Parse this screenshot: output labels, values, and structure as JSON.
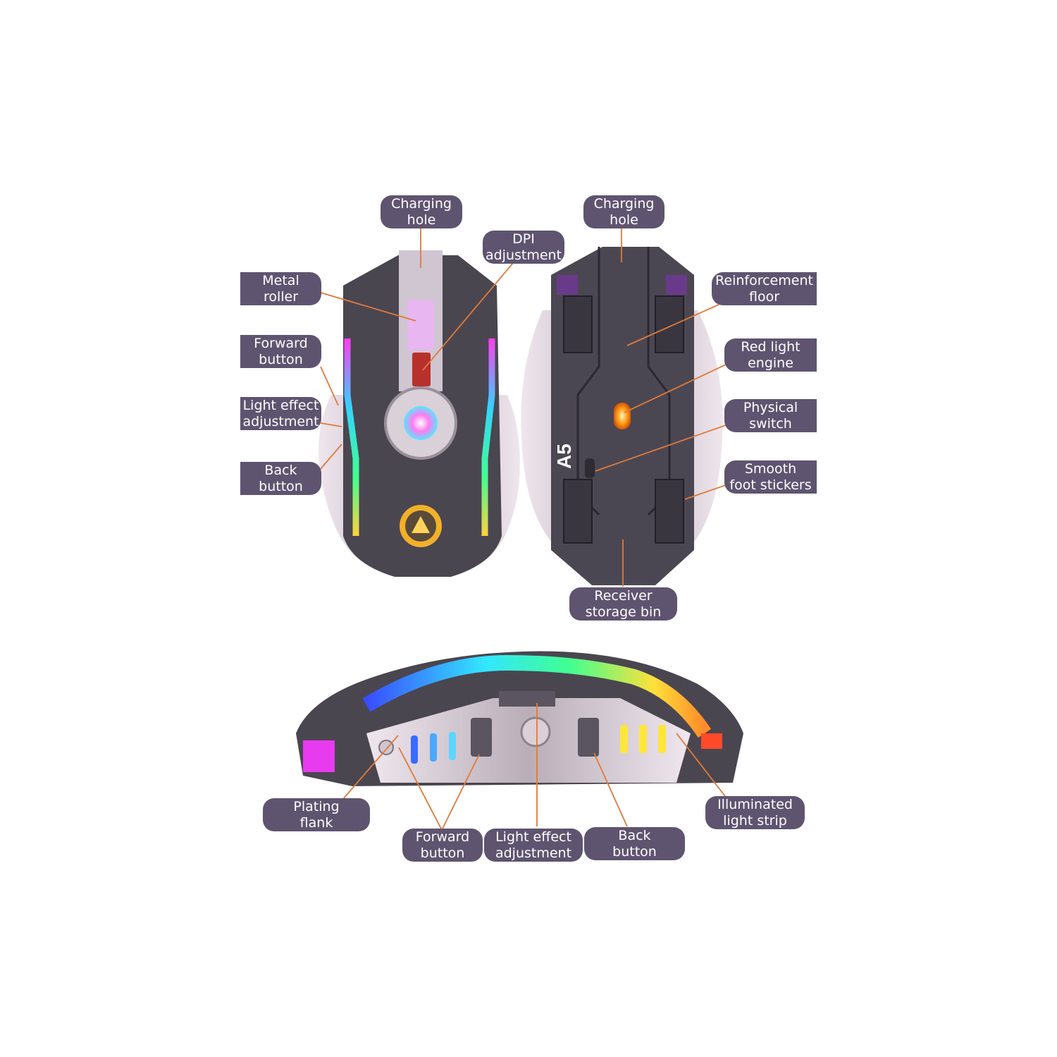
{
  "colors": {
    "label_bg": "#5f5470",
    "label_text": "#ffffff",
    "leader_line": "#e07a3a",
    "mouse_body": "#4a4650",
    "mouse_metal": "#d8cfd6"
  },
  "top_view": {
    "labels": [
      {
        "id": "charging-hole",
        "text": "Charging\nhole"
      },
      {
        "id": "dpi-adjustment",
        "text": "DPI\nadjustment"
      },
      {
        "id": "metal-roller",
        "text": "Metal\nroller"
      },
      {
        "id": "forward-button",
        "text": "Forward\nbutton"
      },
      {
        "id": "light-effect-adjustment",
        "text": "Light effect\nadjustment"
      },
      {
        "id": "back-button",
        "text": "Back\nbutton"
      }
    ]
  },
  "bottom_view": {
    "model_text": "A5",
    "labels": [
      {
        "id": "charging-hole",
        "text": "Charging\nhole"
      },
      {
        "id": "reinforcement-floor",
        "text": "Reinforcement\nfloor"
      },
      {
        "id": "red-light-engine",
        "text": "Red light\nengine"
      },
      {
        "id": "physical-switch",
        "text": "Physical\nswitch"
      },
      {
        "id": "smooth-foot-stickers",
        "text": "Smooth\nfoot stickers"
      },
      {
        "id": "receiver-storage-bin",
        "text": "Receiver\nstorage bin"
      }
    ]
  },
  "side_view": {
    "labels": [
      {
        "id": "plating-flank",
        "text": "Plating\nflank"
      },
      {
        "id": "forward-button",
        "text": "Forward\nbutton"
      },
      {
        "id": "light-effect-adjustment",
        "text": "Light effect\nadjustment"
      },
      {
        "id": "back-button",
        "text": "Back\nbutton"
      },
      {
        "id": "illuminated-light-strip",
        "text": "Illuminated\nlight strip"
      }
    ]
  }
}
